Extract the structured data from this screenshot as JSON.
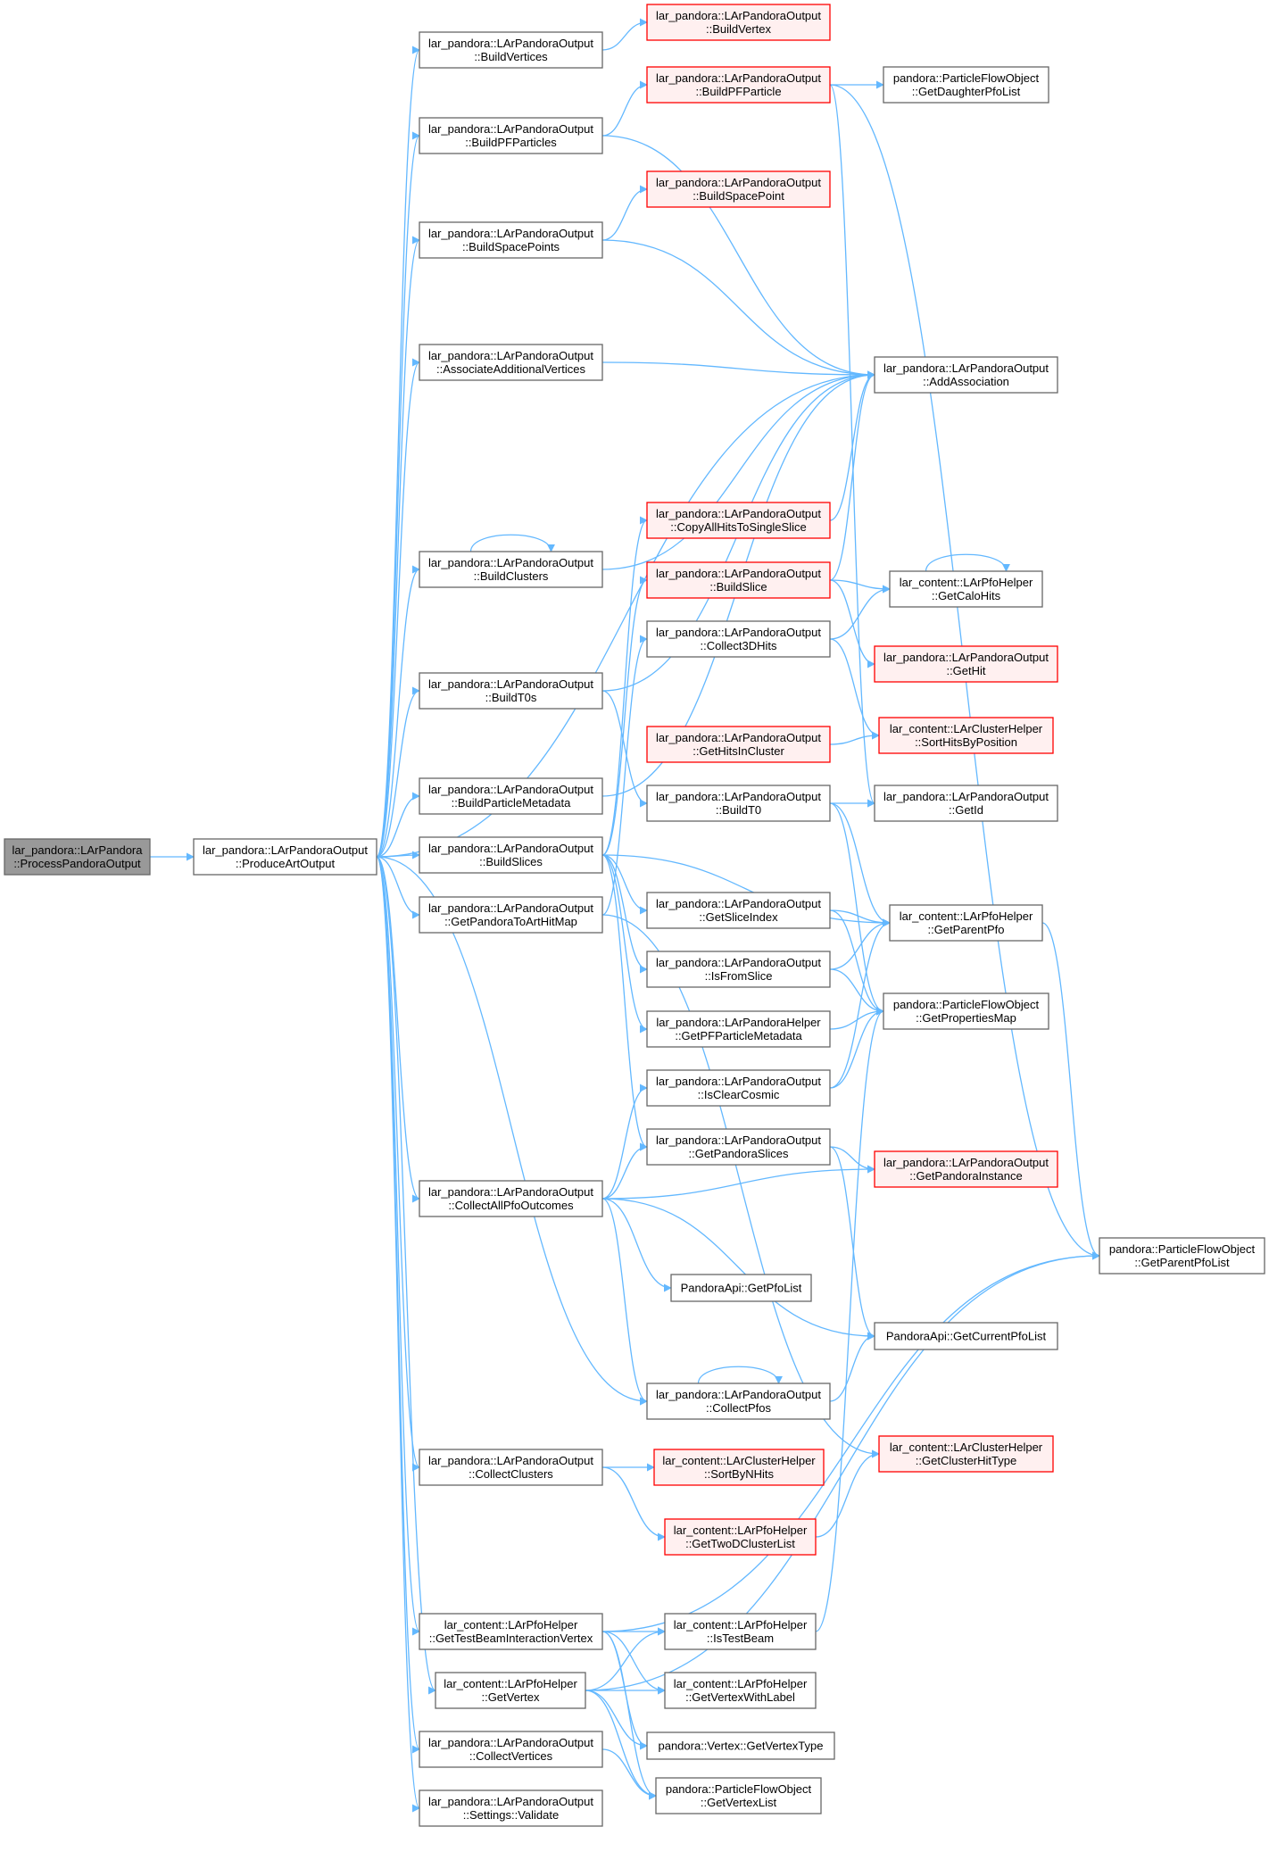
{
  "colors": {
    "edge": "#63b8ff",
    "normal_fill": "#ffffff",
    "normal_stroke": "#666666",
    "truncated_fill": "#fff0f0",
    "truncated_stroke": "#ff0000",
    "root_fill": "#999999",
    "root_stroke": "#666666"
  },
  "nodes": [
    {
      "id": "root",
      "kind": "root",
      "lines": [
        "lar_pandora::LArPandora",
        "::ProcessPandoraOutput"
      ]
    },
    {
      "id": "produceArtOutput",
      "kind": "normal",
      "lines": [
        "lar_pandora::LArPandoraOutput",
        "::ProduceArtOutput"
      ]
    },
    {
      "id": "buildVertices",
      "kind": "normal",
      "lines": [
        "lar_pandora::LArPandoraOutput",
        "::BuildVertices"
      ]
    },
    {
      "id": "buildPFParticles",
      "kind": "normal",
      "lines": [
        "lar_pandora::LArPandoraOutput",
        "::BuildPFParticles"
      ]
    },
    {
      "id": "buildSpacePoints",
      "kind": "normal",
      "lines": [
        "lar_pandora::LArPandoraOutput",
        "::BuildSpacePoints"
      ]
    },
    {
      "id": "associateAdditionalVertices",
      "kind": "normal",
      "lines": [
        "lar_pandora::LArPandoraOutput",
        "::AssociateAdditionalVertices"
      ]
    },
    {
      "id": "buildClusters",
      "kind": "normal",
      "lines": [
        "lar_pandora::LArPandoraOutput",
        "::BuildClusters"
      ]
    },
    {
      "id": "buildT0s",
      "kind": "normal",
      "lines": [
        "lar_pandora::LArPandoraOutput",
        "::BuildT0s"
      ]
    },
    {
      "id": "buildParticleMetadata",
      "kind": "normal",
      "lines": [
        "lar_pandora::LArPandoraOutput",
        "::BuildParticleMetadata"
      ]
    },
    {
      "id": "buildSlices",
      "kind": "normal",
      "lines": [
        "lar_pandora::LArPandoraOutput",
        "::BuildSlices"
      ]
    },
    {
      "id": "getPandoraToArtHitMap",
      "kind": "normal",
      "lines": [
        "lar_pandora::LArPandoraOutput",
        "::GetPandoraToArtHitMap"
      ]
    },
    {
      "id": "collectAllPfoOutcomes",
      "kind": "normal",
      "lines": [
        "lar_pandora::LArPandoraOutput",
        "::CollectAllPfoOutcomes"
      ]
    },
    {
      "id": "collectClusters",
      "kind": "normal",
      "lines": [
        "lar_pandora::LArPandoraOutput",
        "::CollectClusters"
      ]
    },
    {
      "id": "getTestBeamInteractionVertex",
      "kind": "normal",
      "lines": [
        "lar_content::LArPfoHelper",
        "::GetTestBeamInteractionVertex"
      ]
    },
    {
      "id": "getVertex",
      "kind": "normal",
      "lines": [
        "lar_content::LArPfoHelper",
        "::GetVertex"
      ]
    },
    {
      "id": "collectVertices",
      "kind": "normal",
      "lines": [
        "lar_pandora::LArPandoraOutput",
        "::CollectVertices"
      ]
    },
    {
      "id": "settingsValidate",
      "kind": "normal",
      "lines": [
        "lar_pandora::LArPandoraOutput",
        "::Settings::Validate"
      ]
    },
    {
      "id": "buildVertex",
      "kind": "truncated",
      "lines": [
        "lar_pandora::LArPandoraOutput",
        "::BuildVertex"
      ]
    },
    {
      "id": "buildPFParticle",
      "kind": "truncated",
      "lines": [
        "lar_pandora::LArPandoraOutput",
        "::BuildPFParticle"
      ]
    },
    {
      "id": "buildSpacePoint",
      "kind": "truncated",
      "lines": [
        "lar_pandora::LArPandoraOutput",
        "::BuildSpacePoint"
      ]
    },
    {
      "id": "copyAllHitsToSingleSlice",
      "kind": "truncated",
      "lines": [
        "lar_pandora::LArPandoraOutput",
        "::CopyAllHitsToSingleSlice"
      ]
    },
    {
      "id": "buildSlice",
      "kind": "truncated",
      "lines": [
        "lar_pandora::LArPandoraOutput",
        "::BuildSlice"
      ]
    },
    {
      "id": "collect3DHits",
      "kind": "normal",
      "lines": [
        "lar_pandora::LArPandoraOutput",
        "::Collect3DHits"
      ]
    },
    {
      "id": "getHitsInCluster",
      "kind": "truncated",
      "lines": [
        "lar_pandora::LArPandoraOutput",
        "::GetHitsInCluster"
      ]
    },
    {
      "id": "buildT0",
      "kind": "normal",
      "lines": [
        "lar_pandora::LArPandoraOutput",
        "::BuildT0"
      ]
    },
    {
      "id": "getSliceIndex",
      "kind": "normal",
      "lines": [
        "lar_pandora::LArPandoraOutput",
        "::GetSliceIndex"
      ]
    },
    {
      "id": "isFromSlice",
      "kind": "normal",
      "lines": [
        "lar_pandora::LArPandoraOutput",
        "::IsFromSlice"
      ]
    },
    {
      "id": "getPFParticleMetadata",
      "kind": "normal",
      "lines": [
        "lar_pandora::LArPandoraHelper",
        "::GetPFParticleMetadata"
      ]
    },
    {
      "id": "isClearCosmic",
      "kind": "normal",
      "lines": [
        "lar_pandora::LArPandoraOutput",
        "::IsClearCosmic"
      ]
    },
    {
      "id": "getPandoraSlices",
      "kind": "normal",
      "lines": [
        "lar_pandora::LArPandoraOutput",
        "::GetPandoraSlices"
      ]
    },
    {
      "id": "getPfoList",
      "kind": "normal",
      "lines": [
        "PandoraApi::GetPfoList"
      ]
    },
    {
      "id": "collectPfos",
      "kind": "normal",
      "lines": [
        "lar_pandora::LArPandoraOutput",
        "::CollectPfos"
      ]
    },
    {
      "id": "sortByNHits",
      "kind": "truncated",
      "lines": [
        "lar_content::LArClusterHelper",
        "::SortByNHits"
      ]
    },
    {
      "id": "getTwoDClusterList",
      "kind": "truncated",
      "lines": [
        "lar_content::LArPfoHelper",
        "::GetTwoDClusterList"
      ]
    },
    {
      "id": "isTestBeam",
      "kind": "normal",
      "lines": [
        "lar_content::LArPfoHelper",
        "::IsTestBeam"
      ]
    },
    {
      "id": "getVertexWithLabel",
      "kind": "normal",
      "lines": [
        "lar_content::LArPfoHelper",
        "::GetVertexWithLabel"
      ]
    },
    {
      "id": "getVertexType",
      "kind": "normal",
      "lines": [
        "pandora::Vertex::GetVertexType"
      ]
    },
    {
      "id": "getVertexList",
      "kind": "normal",
      "lines": [
        "pandora::ParticleFlowObject",
        "::GetVertexList"
      ]
    },
    {
      "id": "getDaughterPfoList",
      "kind": "normal",
      "lines": [
        "pandora::ParticleFlowObject",
        "::GetDaughterPfoList"
      ]
    },
    {
      "id": "addAssociation",
      "kind": "normal",
      "lines": [
        "lar_pandora::LArPandoraOutput",
        "::AddAssociation"
      ]
    },
    {
      "id": "getCaloHits",
      "kind": "normal",
      "lines": [
        "lar_content::LArPfoHelper",
        "::GetCaloHits"
      ]
    },
    {
      "id": "getHit",
      "kind": "truncated",
      "lines": [
        "lar_pandora::LArPandoraOutput",
        "::GetHit"
      ]
    },
    {
      "id": "sortHitsByPosition",
      "kind": "truncated",
      "lines": [
        "lar_content::LArClusterHelper",
        "::SortHitsByPosition"
      ]
    },
    {
      "id": "getId",
      "kind": "normal",
      "lines": [
        "lar_pandora::LArPandoraOutput",
        "::GetId"
      ]
    },
    {
      "id": "getParentPfo",
      "kind": "normal",
      "lines": [
        "lar_content::LArPfoHelper",
        "::GetParentPfo"
      ]
    },
    {
      "id": "getPropertiesMap",
      "kind": "normal",
      "lines": [
        "pandora::ParticleFlowObject",
        "::GetPropertiesMap"
      ]
    },
    {
      "id": "getPandoraInstance",
      "kind": "truncated",
      "lines": [
        "lar_pandora::LArPandoraOutput",
        "::GetPandoraInstance"
      ]
    },
    {
      "id": "getCurrentPfoList",
      "kind": "normal",
      "lines": [
        "PandoraApi::GetCurrentPfoList"
      ]
    },
    {
      "id": "getClusterHitType",
      "kind": "truncated",
      "lines": [
        "lar_content::LArClusterHelper",
        "::GetClusterHitType"
      ]
    },
    {
      "id": "getParentPfoList",
      "kind": "normal",
      "lines": [
        "pandora::ParticleFlowObject",
        "::GetParentPfoList"
      ]
    }
  ],
  "edges": [
    [
      "root",
      "produceArtOutput"
    ],
    [
      "produceArtOutput",
      "buildVertices"
    ],
    [
      "produceArtOutput",
      "buildPFParticles"
    ],
    [
      "produceArtOutput",
      "buildSpacePoints"
    ],
    [
      "produceArtOutput",
      "associateAdditionalVertices"
    ],
    [
      "produceArtOutput",
      "buildClusters"
    ],
    [
      "produceArtOutput",
      "buildT0s"
    ],
    [
      "produceArtOutput",
      "buildParticleMetadata"
    ],
    [
      "produceArtOutput",
      "buildSlices"
    ],
    [
      "produceArtOutput",
      "getPandoraToArtHitMap"
    ],
    [
      "produceArtOutput",
      "collectAllPfoOutcomes"
    ],
    [
      "produceArtOutput",
      "collectClusters"
    ],
    [
      "produceArtOutput",
      "getTestBeamInteractionVertex"
    ],
    [
      "produceArtOutput",
      "getVertex"
    ],
    [
      "produceArtOutput",
      "collectVertices"
    ],
    [
      "produceArtOutput",
      "settingsValidate"
    ],
    [
      "produceArtOutput",
      "collectPfos"
    ],
    [
      "produceArtOutput",
      "addAssociation"
    ],
    [
      "buildVertices",
      "buildVertex"
    ],
    [
      "buildPFParticles",
      "buildPFParticle"
    ],
    [
      "buildPFParticles",
      "addAssociation"
    ],
    [
      "buildPFParticle",
      "getDaughterPfoList"
    ],
    [
      "buildPFParticle",
      "getParentPfoList"
    ],
    [
      "buildPFParticle",
      "getId"
    ],
    [
      "buildSpacePoints",
      "buildSpacePoint"
    ],
    [
      "buildSpacePoints",
      "addAssociation"
    ],
    [
      "associateAdditionalVertices",
      "addAssociation"
    ],
    [
      "buildClusters",
      "buildClusters"
    ],
    [
      "buildClusters",
      "addAssociation"
    ],
    [
      "buildT0s",
      "addAssociation"
    ],
    [
      "buildT0s",
      "buildT0"
    ],
    [
      "buildParticleMetadata",
      "addAssociation"
    ],
    [
      "buildSlices",
      "copyAllHitsToSingleSlice"
    ],
    [
      "buildSlices",
      "buildSlice"
    ],
    [
      "buildSlices",
      "getSliceIndex"
    ],
    [
      "buildSlices",
      "isFromSlice"
    ],
    [
      "buildSlices",
      "getPFParticleMetadata"
    ],
    [
      "buildSlices",
      "getParentPfo"
    ],
    [
      "buildSlices",
      "getPandoraSlices"
    ],
    [
      "getPandoraToArtHitMap",
      "collect3DHits"
    ],
    [
      "getPandoraToArtHitMap",
      "getClusterHitType"
    ],
    [
      "copyAllHitsToSingleSlice",
      "addAssociation"
    ],
    [
      "buildSlice",
      "addAssociation"
    ],
    [
      "buildSlice",
      "getCaloHits"
    ],
    [
      "buildSlice",
      "getHit"
    ],
    [
      "collect3DHits",
      "getCaloHits"
    ],
    [
      "collect3DHits",
      "sortHitsByPosition"
    ],
    [
      "getHitsInCluster",
      "sortHitsByPosition"
    ],
    [
      "buildT0",
      "getId"
    ],
    [
      "buildT0",
      "getParentPfo"
    ],
    [
      "buildT0",
      "getPropertiesMap"
    ],
    [
      "getSliceIndex",
      "getParentPfo"
    ],
    [
      "getSliceIndex",
      "getPropertiesMap"
    ],
    [
      "isFromSlice",
      "getParentPfo"
    ],
    [
      "isFromSlice",
      "getPropertiesMap"
    ],
    [
      "getPFParticleMetadata",
      "getPropertiesMap"
    ],
    [
      "isClearCosmic",
      "getPropertiesMap"
    ],
    [
      "isClearCosmic",
      "getParentPfo"
    ],
    [
      "getPandoraSlices",
      "getPandoraInstance"
    ],
    [
      "getPandoraSlices",
      "getCurrentPfoList"
    ],
    [
      "collectAllPfoOutcomes",
      "isClearCosmic"
    ],
    [
      "collectAllPfoOutcomes",
      "getPandoraSlices"
    ],
    [
      "collectAllPfoOutcomes",
      "getPandoraInstance"
    ],
    [
      "collectAllPfoOutcomes",
      "getPfoList"
    ],
    [
      "collectAllPfoOutcomes",
      "getCurrentPfoList"
    ],
    [
      "collectAllPfoOutcomes",
      "collectPfos"
    ],
    [
      "collectPfos",
      "collectPfos"
    ],
    [
      "collectPfos",
      "getCurrentPfoList"
    ],
    [
      "collectClusters",
      "sortByNHits"
    ],
    [
      "collectClusters",
      "getTwoDClusterList"
    ],
    [
      "getTwoDClusterList",
      "getClusterHitType"
    ],
    [
      "getTestBeamInteractionVertex",
      "isTestBeam"
    ],
    [
      "getTestBeamInteractionVertex",
      "getVertexWithLabel"
    ],
    [
      "getTestBeamInteractionVertex",
      "getVertexType"
    ],
    [
      "getTestBeamInteractionVertex",
      "getVertexList"
    ],
    [
      "getTestBeamInteractionVertex",
      "getParentPfoList"
    ],
    [
      "isTestBeam",
      "getPropertiesMap"
    ],
    [
      "getVertex",
      "isTestBeam"
    ],
    [
      "getVertex",
      "getVertexWithLabel"
    ],
    [
      "getVertex",
      "getVertexType"
    ],
    [
      "getVertex",
      "getVertexList"
    ],
    [
      "getVertex",
      "getParentPfoList"
    ],
    [
      "collectVertices",
      "getVertexList"
    ],
    [
      "getParentPfo",
      "getParentPfoList"
    ],
    [
      "getCaloHits",
      "getCaloHits"
    ]
  ]
}
